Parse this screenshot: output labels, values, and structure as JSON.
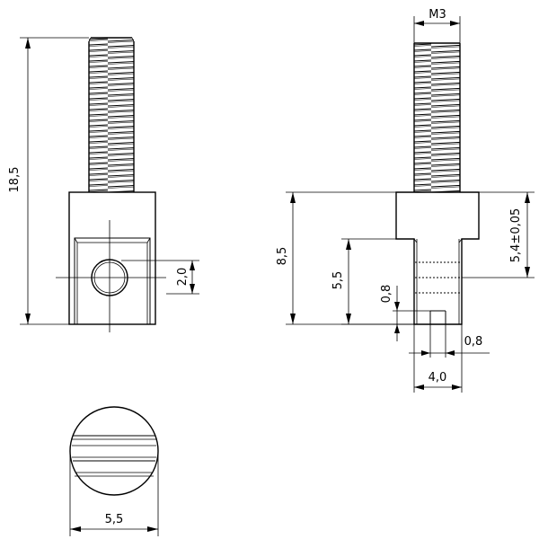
{
  "dimensions": {
    "total_length": "18,5",
    "hole_offset": "2,0",
    "thread": "M3",
    "body_height": "8,5",
    "slot_height": "5,5",
    "pin_height": "5,4±0,05",
    "wall_08_vertical": "0,8",
    "wall_08_horizontal": "0,8",
    "base_width": "4,0",
    "diameter": "5,5"
  }
}
